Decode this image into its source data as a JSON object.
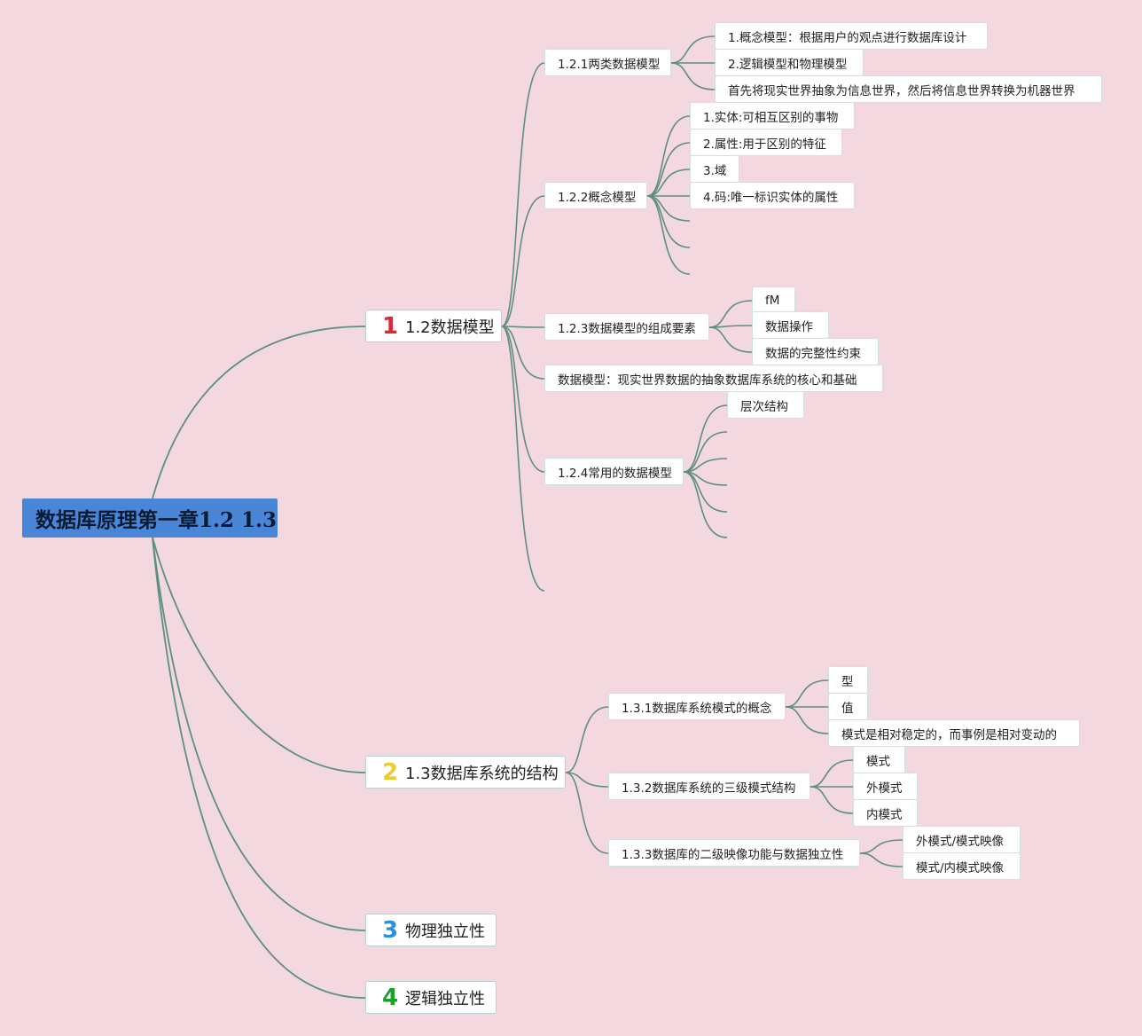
{
  "colors": {
    "background": "#f3d8df",
    "root": "#4a86d8",
    "link": "#5d8f80",
    "num1": "#d9283a",
    "num2": "#f0cc2a",
    "num3": "#2d8fe0",
    "num4": "#1e9e2a"
  },
  "root": {
    "label": "数据库原理第一章1.2 1.3"
  },
  "branches": [
    {
      "num": "1",
      "label": "1.2数据模型",
      "children": [
        {
          "label": "1.2.1两类数据模型",
          "children": [
            "1.概念模型：根据用户的观点进行数据库设计",
            "2.逻辑模型和物理模型",
            "首先将现实世界抽象为信息世界，然后将信息世界转换为机器世界"
          ]
        },
        {
          "label": "1.2.2概念模型",
          "children": [
            "1.实体:可相互区别的事物",
            "2.属性:用于区别的特征",
            "3.域",
            "4.码:唯一标识实体的属性"
          ]
        },
        {
          "label": "1.2.3数据模型的组成要素",
          "children": [
            "fM",
            "数据操作",
            "数据的完整性约束"
          ]
        },
        {
          "label": "数据模型：现实世界数据的抽象数据库系统的核心和基础",
          "children": []
        },
        {
          "label": "1.2.4常用的数据模型",
          "children": [
            "层次结构"
          ]
        }
      ]
    },
    {
      "num": "2",
      "label": "1.3数据库系统的结构",
      "children": [
        {
          "label": "1.3.1数据库系统模式的概念",
          "children": [
            "型",
            "值",
            "模式是相对稳定的，而事例是相对变动的"
          ]
        },
        {
          "label": "1.3.2数据库系统的三级模式结构",
          "children": [
            "模式",
            "外模式",
            "内模式"
          ]
        },
        {
          "label": "1.3.3数据库的二级映像功能与数据独立性",
          "children": [
            "外模式/模式映像",
            "模式/内模式映像"
          ]
        }
      ]
    },
    {
      "num": "3",
      "label": "物理独立性",
      "children": []
    },
    {
      "num": "4",
      "label": "逻辑独立性",
      "children": []
    }
  ]
}
